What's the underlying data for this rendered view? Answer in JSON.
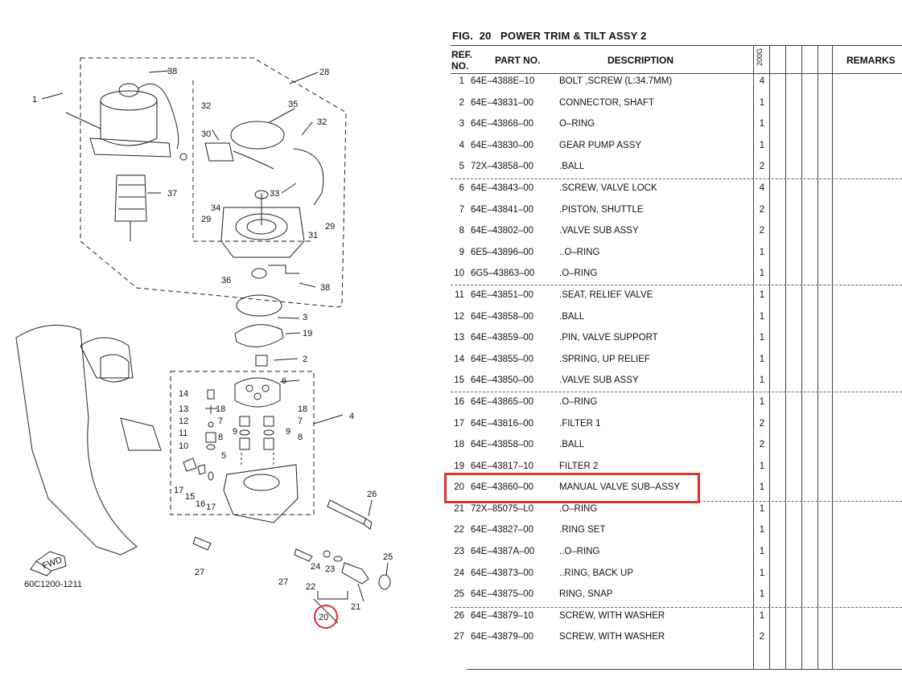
{
  "figure": {
    "fig_label": "FIG.",
    "fig_number": "20",
    "fig_title": "POWER TRIM & TILT ASSY 2"
  },
  "diagram": {
    "code": "60C1200-1211",
    "fwd_label": "FWD",
    "callouts": [
      "1",
      "2",
      "3",
      "4",
      "5",
      "6",
      "7",
      "8",
      "9",
      "10",
      "11",
      "12",
      "13",
      "14",
      "15",
      "16",
      "17",
      "18",
      "19",
      "20",
      "21",
      "22",
      "23",
      "24",
      "25",
      "26",
      "27",
      "28",
      "29",
      "30",
      "31",
      "32",
      "33",
      "34",
      "35",
      "36",
      "37",
      "38"
    ]
  },
  "table": {
    "headers": {
      "ref_line1": "REF.",
      "ref_line2": "NO.",
      "part_no": "PART NO.",
      "description": "DESCRIPTION",
      "qty_model": "200G",
      "remarks": "REMARKS"
    },
    "rows": [
      {
        "ref": "1",
        "part": "64E–4388E–10",
        "desc": "BOLT ,SCREW (L:34.7MM)",
        "qty": "4"
      },
      {
        "ref": "2",
        "part": "64E–43831–00",
        "desc": "CONNECTOR, SHAFT",
        "qty": "1"
      },
      {
        "ref": "3",
        "part": "64E–43868–00",
        "desc": "O–RING",
        "qty": "1"
      },
      {
        "ref": "4",
        "part": "64E–43830–00",
        "desc": "GEAR PUMP ASSY",
        "qty": "1"
      },
      {
        "ref": "5",
        "part": "72X–43858–00",
        "desc": ".BALL",
        "qty": "2"
      },
      {
        "ref": "6",
        "part": "64E–43843–00",
        "desc": ".SCREW, VALVE LOCK",
        "qty": "4"
      },
      {
        "ref": "7",
        "part": "64E–43841–00",
        "desc": ".PISTON, SHUTTLE",
        "qty": "2"
      },
      {
        "ref": "8",
        "part": "64E–43802–00",
        "desc": ".VALVE SUB ASSY",
        "qty": "2"
      },
      {
        "ref": "9",
        "part": "6E5–43896–00",
        "desc": "..O–RING",
        "qty": "1"
      },
      {
        "ref": "10",
        "part": "6G5–43863–00",
        "desc": ".O–RING",
        "qty": "1"
      },
      {
        "ref": "11",
        "part": "64E–43851–00",
        "desc": ".SEAT, RELIEF VALVE",
        "qty": "1"
      },
      {
        "ref": "12",
        "part": "64E–43858–00",
        "desc": ".BALL",
        "qty": "1"
      },
      {
        "ref": "13",
        "part": "64E–43859–00",
        "desc": ".PIN, VALVE SUPPORT",
        "qty": "1"
      },
      {
        "ref": "14",
        "part": "64E–43855–00",
        "desc": ".SPRING, UP RELIEF",
        "qty": "1"
      },
      {
        "ref": "15",
        "part": "64E–43850–00",
        "desc": ".VALVE SUB ASSY",
        "qty": "1"
      },
      {
        "ref": "16",
        "part": "64E–43865–00",
        "desc": ".O–RING",
        "qty": "1"
      },
      {
        "ref": "17",
        "part": "64E–43816–00",
        "desc": ".FILTER 1",
        "qty": "2"
      },
      {
        "ref": "18",
        "part": "64E–43858–00",
        "desc": ".BALL",
        "qty": "2"
      },
      {
        "ref": "19",
        "part": "64E–43817–10",
        "desc": "FILTER 2",
        "qty": "1"
      },
      {
        "ref": "20",
        "part": "64E–43860–00",
        "desc": "MANUAL VALVE SUB–ASSY",
        "qty": "1"
      },
      {
        "ref": "21",
        "part": "72X–85075–L0",
        "desc": ".O–RING",
        "qty": "1"
      },
      {
        "ref": "22",
        "part": "64E–43827–00",
        "desc": ".RING SET",
        "qty": "1"
      },
      {
        "ref": "23",
        "part": "64E–4387A–00",
        "desc": "..O–RING",
        "qty": "1"
      },
      {
        "ref": "24",
        "part": "64E–43873–00",
        "desc": "..RING, BACK UP",
        "qty": "1"
      },
      {
        "ref": "25",
        "part": "64E–43875–00",
        "desc": "RING, SNAP",
        "qty": "1"
      },
      {
        "ref": "26",
        "part": "64E–43879–10",
        "desc": "SCREW, WITH WASHER",
        "qty": "1"
      },
      {
        "ref": "27",
        "part": "64E–43879–00",
        "desc": "SCREW, WITH WASHER",
        "qty": "2"
      }
    ],
    "highlighted_ref": "20",
    "highlight_color": "#e03030"
  }
}
